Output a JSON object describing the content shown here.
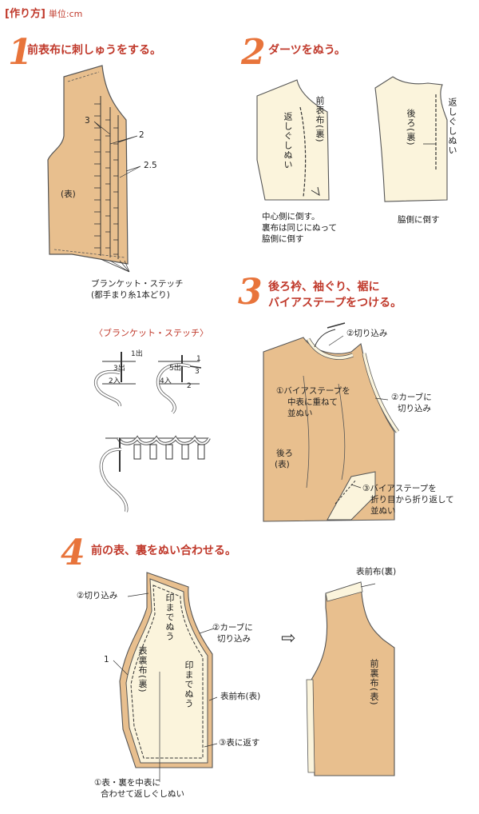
{
  "header": {
    "title": "[作り方]",
    "unit": "単位:cm"
  },
  "colors": {
    "fabric": "#e8bf8e",
    "lining": "#fbf4dc",
    "accent": "#e8743b",
    "title": "#c0392b",
    "line": "#3a3a3a"
  },
  "steps": [
    {
      "num": "1",
      "title": "前表布に刺しゅうをする。"
    },
    {
      "num": "2",
      "title": "ダーツをぬう。"
    },
    {
      "num": "3",
      "title_line1": "後ろ衿、袖ぐり、裾に",
      "title_line2": "バイアステープをつける。"
    },
    {
      "num": "4",
      "title": "前の表、裏をぬい合わせる。"
    }
  ],
  "step1": {
    "side_label": "(表)",
    "dim_3": "3",
    "dim_2": "2",
    "dim_25": "2.5",
    "stitch_line1": "ブランケット・ステッチ",
    "stitch_line2": "(都手まり糸1本どり)",
    "blanket_heading": "〈ブランケット・ステッチ〉",
    "b1_out1": "1出",
    "b1_out3": "3出",
    "b1_in2": "2入",
    "b2_out5": "5出",
    "b2_in4": "4入",
    "b2_3": "3",
    "b2_2": "2",
    "b2_1": "1"
  },
  "step2": {
    "front_label": "前表布(裏)",
    "front_stitch": "返しぐしぬい",
    "back_label": "後ろ(裏)",
    "back_stitch": "返しぐしぬい",
    "note_front_1": "中心側に倒す。",
    "note_front_2": "裏布は同じにぬって",
    "note_front_3": "脇側に倒す",
    "note_back": "脇側に倒す"
  },
  "step3": {
    "cut1": "②切り込み",
    "bias1_l1": "①バイアステープを",
    "bias1_l2": "中表に重ねて",
    "bias1_l3": "並ぬい",
    "curve_l1": "②カーブに",
    "curve_l2": "切り込み",
    "back_l1": "後ろ",
    "back_l2": "(表)",
    "fold_l1": "③バイアステープを",
    "fold_l2": "折り目から折り返して",
    "fold_l3": "並ぬい"
  },
  "step4": {
    "cut": "②切り込み",
    "mark1": "印までぬう",
    "curve_l1": "②カーブに",
    "curve_l2": "切り込み",
    "num1": "1",
    "lining_label": "表裏布(裏)",
    "mark2": "印までぬう",
    "front_outer": "表前布(表)",
    "turn": "③表に返す",
    "sew_l1": "①表・裏を中表に",
    "sew_l2": "合わせて返しぐしぬい",
    "arrow": "⇨",
    "result_top": "表前布(裏)",
    "result_label": "前裏布(表)"
  }
}
